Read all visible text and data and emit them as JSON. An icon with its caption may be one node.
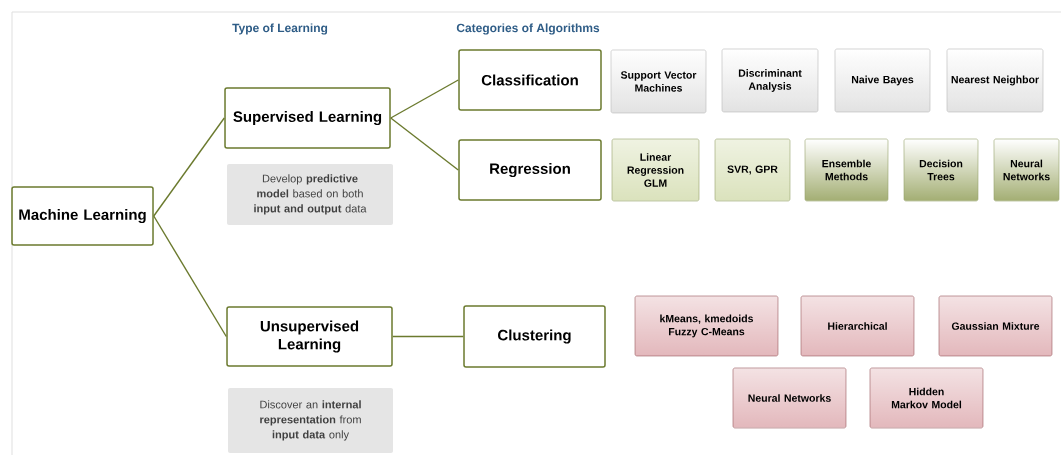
{
  "diagram": {
    "nodes": [
      {
        "text": [
          "Machine Learning"
        ]
      },
      {
        "text": [
          "Supervised Learning"
        ]
      },
      {
        "text": [
          "Unsupervised Learning"
        ]
      },
      {
        "text": [
          "Classification"
        ]
      },
      {
        "text": [
          "Regression"
        ]
      },
      {
        "text": [
          "Clustering"
        ]
      },
      {
        "text": [
          "Support Vector Machines"
        ]
      },
      {
        "text": [
          "Discriminant Analysis"
        ]
      },
      {
        "text": [
          "Naive Bayes"
        ]
      },
      {
        "text": [
          "Nearest Neighbor"
        ]
      },
      {
        "text": [
          "Linear Regression GLM"
        ]
      },
      {
        "text": [
          "SVR, GPR"
        ]
      },
      {
        "text": [
          "Ensemble Methods"
        ]
      },
      {
        "text": [
          "Decision Trees"
        ]
      },
      {
        "text": [
          "Neural Networks"
        ]
      },
      {
        "text": [
          "kMeans, kmedoids Fuzzy C-Means"
        ]
      },
      {
        "text": [
          "Hierarchical"
        ]
      },
      {
        "text": [
          "Gaussian Mixture"
        ]
      },
      {
        "text": [
          "Neural Networks"
        ]
      },
      {
        "text": [
          "Hidden Markov Model"
        ]
      },
      {
        "text": [
          "Develop **predictive model** based on both **input and output** data"
        ]
      },
      {
        "text": [
          "Discover an **internal representation** from **input data** only"
        ]
      }
    ],
    "edges": [
      {
        "from": 0,
        "to": 1,
        "arrow": "none"
      },
      {
        "from": 0,
        "to": 2,
        "arrow": "none"
      },
      {
        "from": 1,
        "to": 3,
        "arrow": "none"
      },
      {
        "from": 1,
        "to": 4,
        "arrow": "none"
      },
      {
        "from": 2,
        "to": 5,
        "arrow": "none"
      }
    ],
    "labels": [
      "Type of Learning",
      "Categories of Algorithms"
    ]
  }
}
